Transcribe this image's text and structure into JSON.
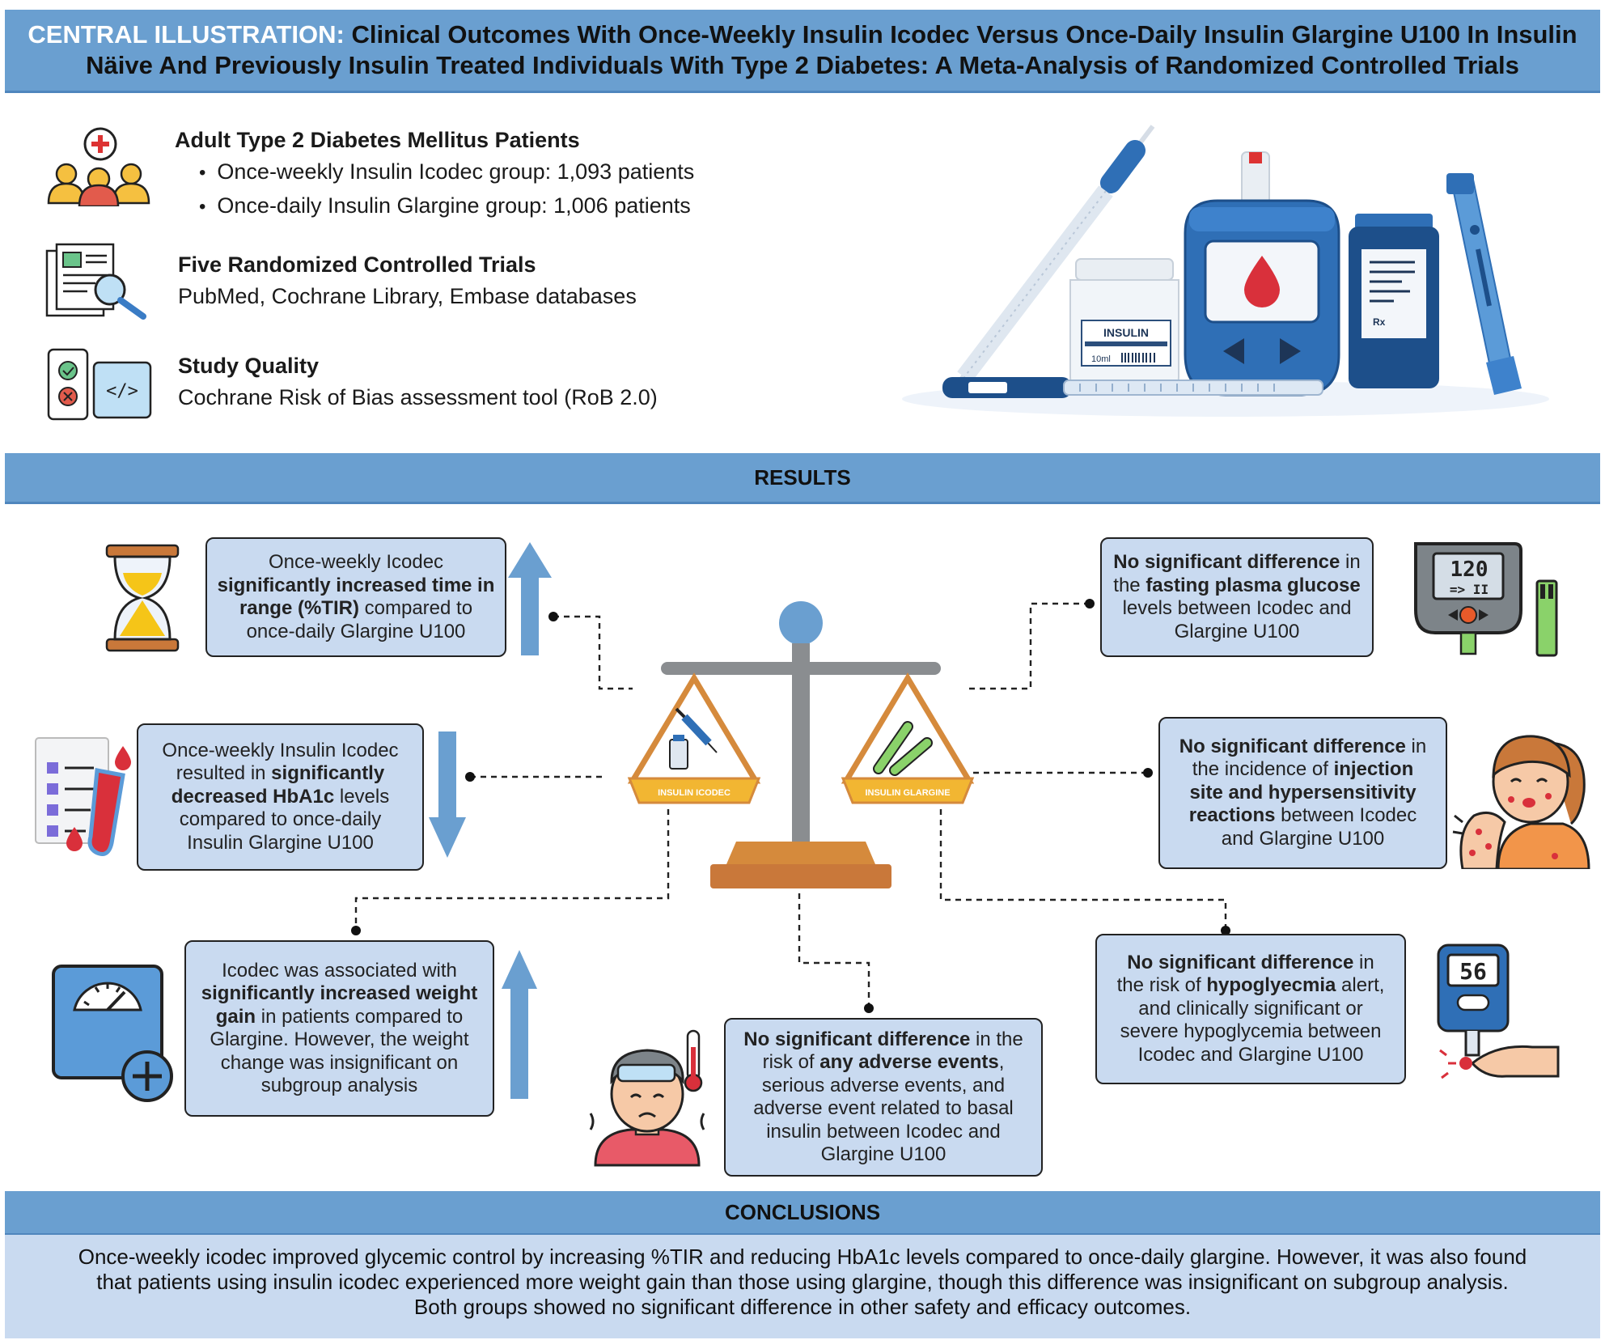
{
  "header": {
    "label": "CENTRAL ILLUSTRATION:",
    "title_line1": "Clinical Outcomes With Once-Weekly Insulin Icodec Versus Once-Daily Insulin Glargine U100 In Insulin",
    "title_line2": "Näive And Previously Insulin Treated Individuals With Type 2 Diabetes: A Meta-Analysis of Randomized Controlled Trials"
  },
  "population": {
    "title": "Adult Type 2 Diabetes Mellitus Patients",
    "bullets": [
      "Once-weekly Insulin Icodec group: 1,093 patients",
      "Once-daily Insulin Glargine group: 1,006 patients"
    ]
  },
  "trials": {
    "title": "Five Randomized Controlled Trials",
    "text": "PubMed, Cochrane Library, Embase databases"
  },
  "quality": {
    "title": "Study Quality",
    "text": "Cochrane Risk of Bias assessment tool (RoB 2.0)"
  },
  "illustration": {
    "vial_label": "INSULIN",
    "vial_volume": "10ml",
    "jar_label": "Rx"
  },
  "results": {
    "heading": "RESULTS",
    "tir": {
      "l1": "Once-weekly Icodec",
      "b1": "significantly increased time in",
      "b2": "range (%TIR)",
      "t2": " compared to",
      "l4": "once-daily Glargine U100"
    },
    "hba1c": {
      "l1": "Once-weekly Insulin Icodec",
      "t2": "resulted in ",
      "b2": "significantly",
      "b3": "decreased HbA1c",
      "t3": " levels",
      "l4": "compared to once-daily",
      "l5": "Insulin Glargine U100"
    },
    "weight": {
      "l1": "Icodec was associated with",
      "b2": "significantly increased weight",
      "b3": "gain",
      "t3": " in patients compared to",
      "l4": "Glargine. However, the weight",
      "l5": "change was insignificant on",
      "l6": "subgroup analysis"
    },
    "fpg": {
      "b1": "No significant difference",
      "t1": " in",
      "t2": "the ",
      "b2": "fasting plasma glucose",
      "l3": "levels between Icodec and",
      "l4": "Glargine U100"
    },
    "injection": {
      "b1": "No significant difference",
      "t1": " in",
      "t2": "the incidence of ",
      "b2": "injection",
      "b3": "site and hypersensitivity",
      "b4": "reactions",
      "t4": " between Icodec",
      "l5": "and Glargine U100"
    },
    "hypo": {
      "b1": "No significant difference",
      "t1": " in",
      "t2": "the risk of ",
      "b2": "hypoglyecmia",
      "t2b": " alert,",
      "l3": "and clinically significant or",
      "l4": "severe hypoglycemia between",
      "l5": "Icodec and Glargine U100"
    },
    "adverse": {
      "b1": "No significant difference",
      "t1": " in the",
      "t2": "risk of ",
      "b2": "any adverse events",
      "t2b": ",",
      "l3": "serious adverse events, and",
      "l4": "adverse event related to basal",
      "l5": "insulin between Icodec and",
      "l6": "Glargine U100"
    },
    "scale_left_label": "INSULIN ICODEC",
    "scale_right_label": "INSULIN GLARGINE",
    "glucometer_reading": "120",
    "glucometer_symbols": "=> II",
    "meter_reading": "56"
  },
  "conclusions": {
    "heading": "CONCLUSIONS",
    "line1": "Once-weekly icodec improved glycemic control by increasing %TIR and reducing HbA1c levels compared to once-daily glargine. However, it was also found",
    "line2": "that patients using insulin icodec experienced more weight gain than those using glargine, though this difference was insignificant on subgroup analysis.",
    "line3": "Both groups showed no significant difference in other safety and efficacy outcomes."
  },
  "colors": {
    "banner": "#6a9fd0",
    "box_fill": "#c9daf0",
    "arrow": "#6a9fd0",
    "scale_gray": "#8a8d90",
    "scale_orange": "#d58a3c"
  }
}
